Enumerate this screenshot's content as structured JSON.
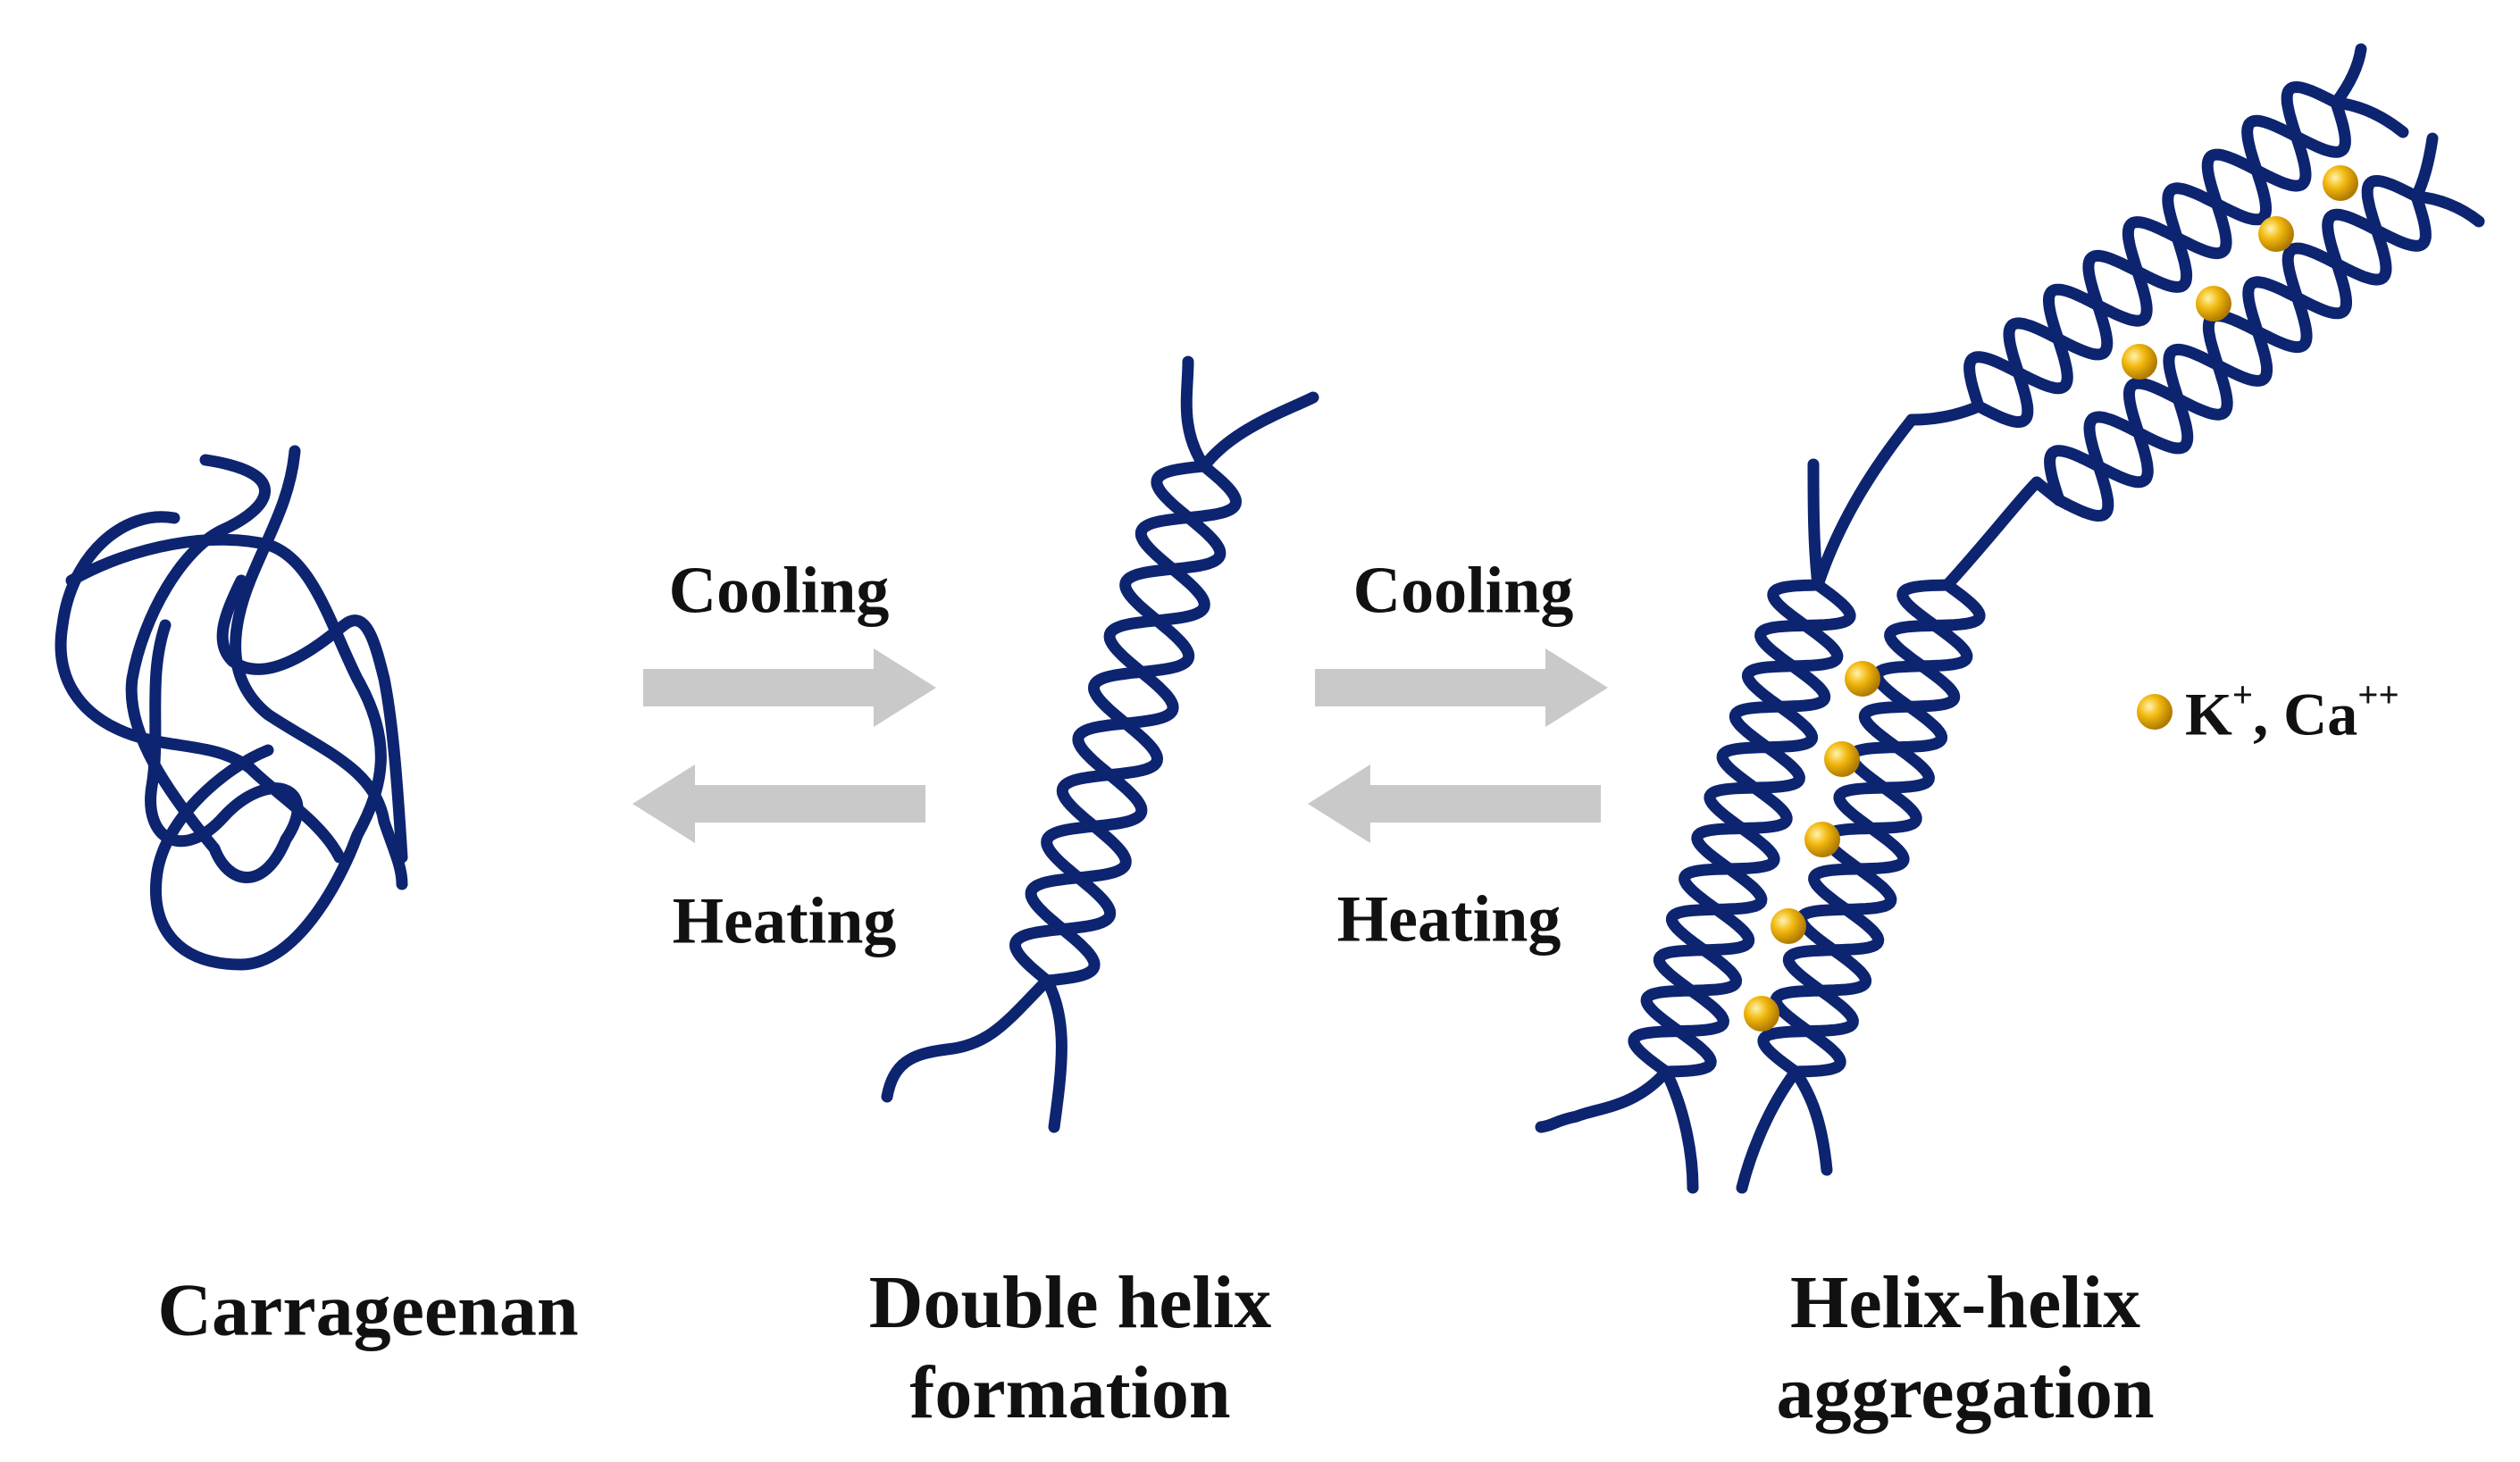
{
  "stages": [
    {
      "id": "carrageenan",
      "caption_lines": [
        "Carrageenan"
      ]
    },
    {
      "id": "double-helix",
      "caption_lines": [
        "Double helix",
        "formation"
      ]
    },
    {
      "id": "aggregation",
      "caption_lines": [
        "Helix-helix",
        "aggregation"
      ]
    }
  ],
  "transitions": [
    {
      "forward_label": "Cooling",
      "reverse_label": "Heating"
    },
    {
      "forward_label": "Cooling",
      "reverse_label": "Heating"
    }
  ],
  "legend": {
    "ion_1": "K",
    "ion_1_charge": "+",
    "separator": ", ",
    "ion_2": "Ca",
    "ion_2_charge": "++"
  },
  "colors": {
    "strand": "#0d2470",
    "arrow": "#c9c9c9",
    "ion": "#f2b90f",
    "text": "#111111"
  }
}
